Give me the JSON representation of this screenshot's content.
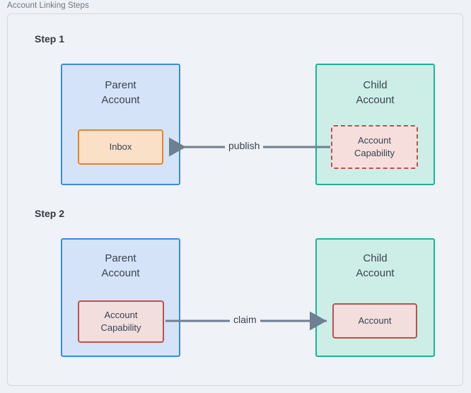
{
  "figure": {
    "title": "Account Linking Steps",
    "accent_gray": "#6b7785",
    "frame_border": "#d3dae2",
    "background": "#eff2f6"
  },
  "steps": [
    {
      "label": "Step 1",
      "parent": {
        "title_line1": "Parent",
        "title_line2": "Account",
        "fill": "#d4e3f7",
        "border": "#3d8bde",
        "inner": {
          "text": "Inbox",
          "fill": "#fbe0c8",
          "border": "#e8842b",
          "style": "solid"
        }
      },
      "child": {
        "title_line1": "Child",
        "title_line2": "Account",
        "fill": "#cdeee7",
        "border": "#19b49a",
        "inner": {
          "line1": "Account",
          "line2": "Capability",
          "fill": "#f6dedd",
          "border": "#b9524f",
          "style": "dashed"
        }
      },
      "edge": {
        "label": "publish",
        "direction": "left",
        "color": "#6e7f91"
      }
    },
    {
      "label": "Step 2",
      "parent": {
        "title_line1": "Parent",
        "title_line2": "Account",
        "fill": "#d4e3f7",
        "border": "#3d8bde",
        "inner": {
          "line1": "Account",
          "line2": "Capability",
          "fill": "#f1dedd",
          "border": "#b9524f",
          "style": "solid"
        }
      },
      "child": {
        "title_line1": "Child",
        "title_line2": "Account",
        "fill": "#cdeee7",
        "border": "#19b49a",
        "inner": {
          "text": "Account",
          "fill": "#f1dedd",
          "border": "#b9524f",
          "style": "solid"
        }
      },
      "edge": {
        "label": "claim",
        "direction": "right",
        "color": "#6e7f91"
      }
    }
  ]
}
